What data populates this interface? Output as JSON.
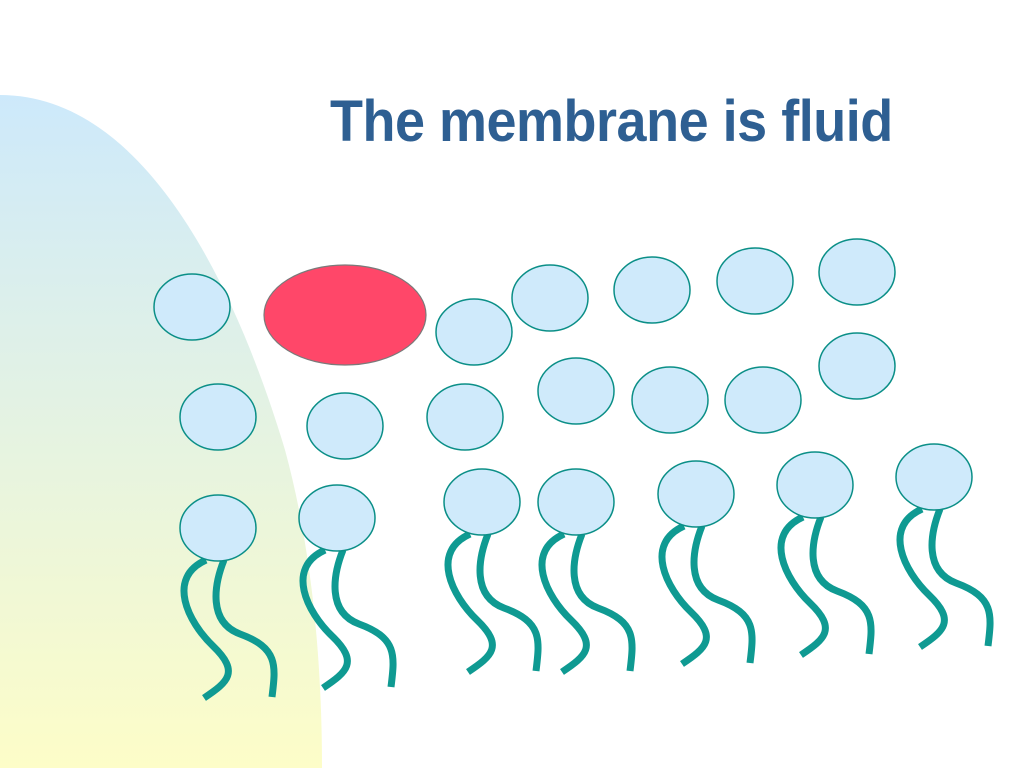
{
  "slide": {
    "title": "The membrane is fluid"
  },
  "colors": {
    "title": "#2e5f92",
    "phosphate_head_fill": "#cfeafb",
    "phosphate_head_stroke": "#0b8f87",
    "fatty_acid_tail": "#0f9a92",
    "protein_fill": "#ff4769",
    "protein_stroke": "#7a7a7a",
    "backdrop_top": "#cde9fb",
    "backdrop_bottom": "#fdfdc8"
  },
  "icons": {
    "backdrop": "quarter-ellipse-gradient",
    "phospholipid": "circle-head-with-two-wavy-tails",
    "membrane-protein": "red-ellipse"
  }
}
